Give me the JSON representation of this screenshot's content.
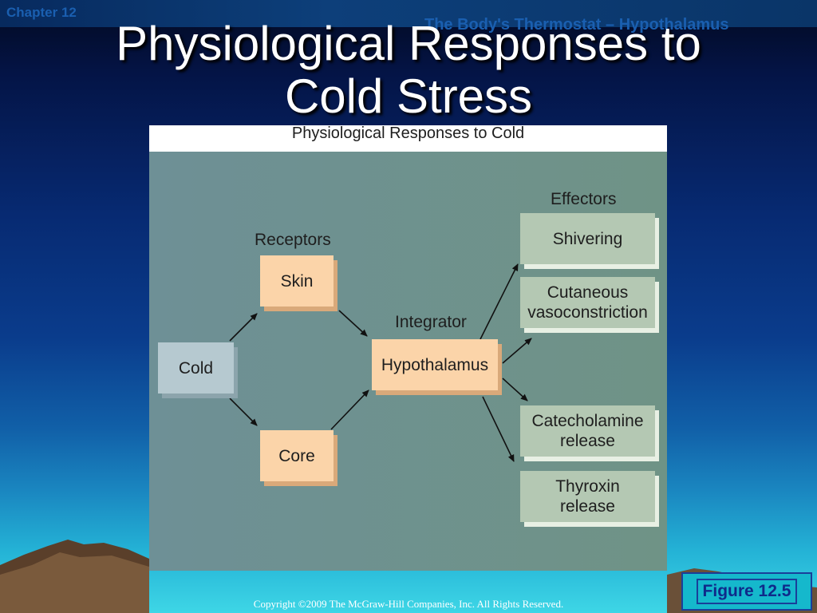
{
  "slide": {
    "chapter_label": "Chapter 12",
    "section_label": "The Body's Thermostat – Hypothalamus",
    "title_line1": "Physiological Responses to",
    "title_line2": "Cold Stress",
    "figure_label": "Figure 12.5",
    "copyright": "Copyright ©2009 The McGraw-Hill Companies, Inc. All Rights Reserved."
  },
  "figure": {
    "header": "Physiological Responses to Cold",
    "stimulus": "Cold",
    "receptors_label": "Receptors",
    "receptors": [
      "Skin",
      "Core"
    ],
    "integrator_label": "Integrator",
    "integrator": "Hypothalamus",
    "effectors_label": "Effectors",
    "effectors": [
      {
        "line1": "Shivering",
        "line2": ""
      },
      {
        "line1": "Cutaneous",
        "line2": "vasoconstriction"
      },
      {
        "line1": "Catecholamine",
        "line2": "release"
      },
      {
        "line1": "Thyroxin",
        "line2": "release"
      }
    ]
  },
  "colors": {
    "receptor_fill": "#fbd4a9",
    "stimulus_fill": "#b6c9d0",
    "effector_fill": "#b4c8b3",
    "badge_fill": "#15b8cc"
  }
}
